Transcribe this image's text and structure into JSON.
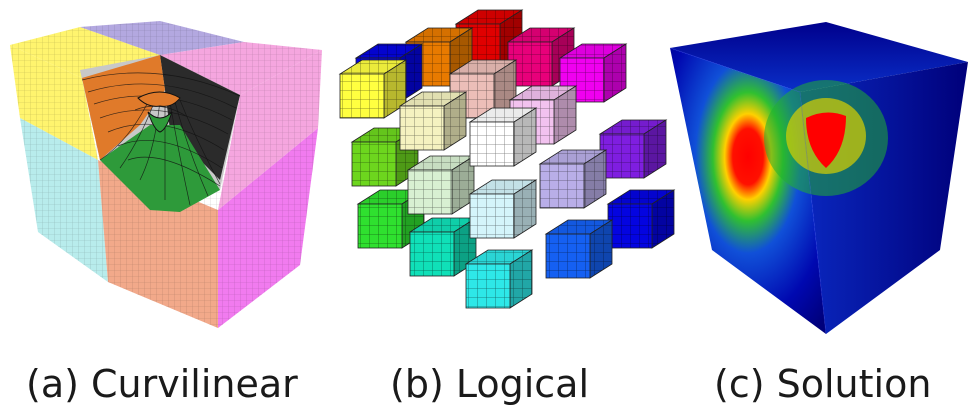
{
  "panels": [
    {
      "id": "a",
      "caption": "(a) Curvilinear",
      "block_colors": {
        "top_left": "#fff46e",
        "top_back": "#b3a8e0",
        "top_right": "#f5a6df",
        "left_lower": "#b8ecec",
        "front_lower": "#f2a98a",
        "right_lower": "#f17bef",
        "core_outer": "#e07a2a",
        "core_mid": "#151515",
        "core_inner": "#2e9a3a",
        "grid_dark": "#1a1a1a"
      }
    },
    {
      "id": "b",
      "caption": "(b) Logical",
      "block_colors": [
        "#ffffff",
        "#f5f2c0",
        "#f2c2ef",
        "#ecbeb8",
        "#ffff40",
        "#d8f0d2",
        "#b9aee8",
        "#d4f5fb",
        "#6dd61e",
        "#7f1ee0",
        "#2fe02f",
        "#1560f2",
        "#2ee8e8",
        "#f000f0",
        "#e8007a",
        "#e87a00",
        "#e00000",
        "#0404e0",
        "#18c84a",
        "#10e0b8"
      ]
    },
    {
      "id": "c",
      "caption": "(c) Solution",
      "colormap": [
        "#ff0000",
        "#ffdd00",
        "#20c020",
        "#1040e0",
        "#00008c"
      ]
    }
  ]
}
